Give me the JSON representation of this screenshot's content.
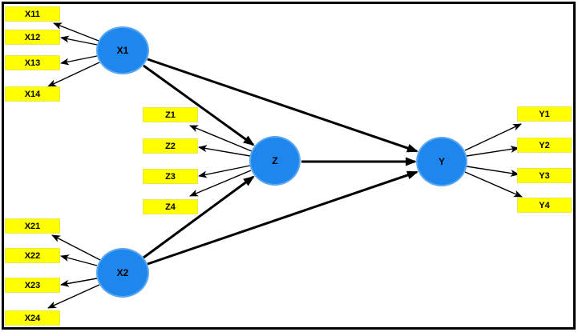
{
  "diagram": {
    "type": "structural-equation-model",
    "latents": [
      {
        "id": "X1",
        "label": "X1"
      },
      {
        "id": "X2",
        "label": "X2"
      },
      {
        "id": "Z",
        "label": "Z"
      },
      {
        "id": "Y",
        "label": "Y"
      }
    ],
    "indicators": {
      "x1": [
        "X11",
        "X12",
        "X13",
        "X14"
      ],
      "x2": [
        "X21",
        "X22",
        "X23",
        "X24"
      ],
      "z": [
        "Z1",
        "Z2",
        "Z3",
        "Z4"
      ],
      "y": [
        "Y1",
        "Y2",
        "Y3",
        "Y4"
      ]
    },
    "edges": [
      {
        "from": "X1",
        "to": "Z"
      },
      {
        "from": "X1",
        "to": "Y"
      },
      {
        "from": "X2",
        "to": "Z"
      },
      {
        "from": "X2",
        "to": "Y"
      },
      {
        "from": "Z",
        "to": "Y"
      }
    ],
    "colors": {
      "latent_fill": "#1E87EE",
      "latent_border": "#5BA7F0",
      "indicator_fill": "#FFFF00",
      "arrow": "#000000",
      "frame": "#000000",
      "background": "#FFFFFF",
      "text": "#000000"
    }
  }
}
